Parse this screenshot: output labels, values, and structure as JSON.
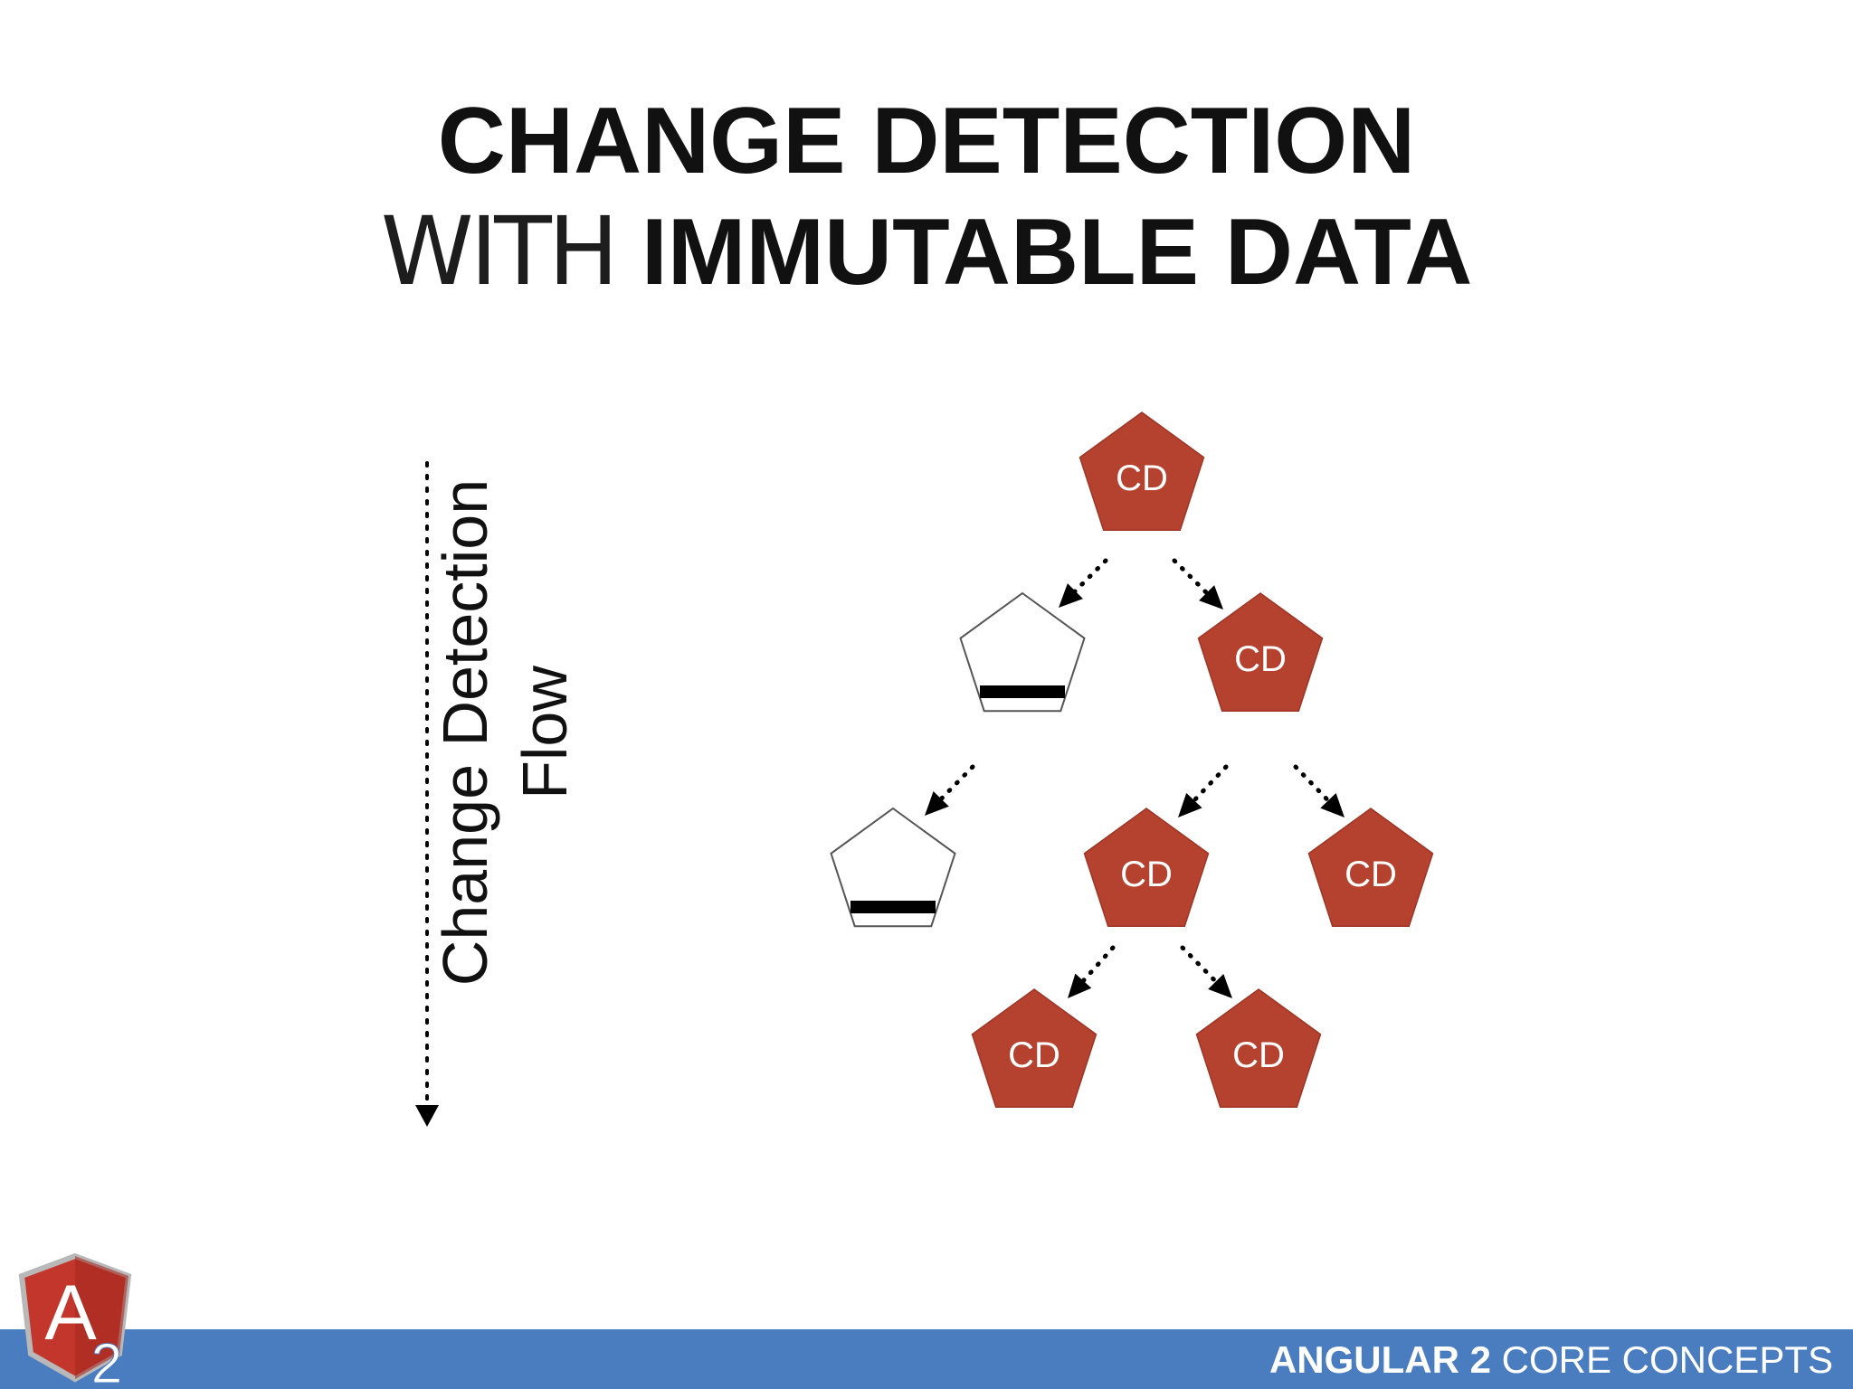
{
  "slide": {
    "title_line1": "CHANGE DETECTION",
    "title_line2_light": "WITH",
    "title_line2_bold": "IMMUTABLE DATA",
    "flow_label_line1": "Change Detection",
    "flow_label_line2": "Flow"
  },
  "nodes": [
    {
      "id": "root",
      "label": "CD",
      "state": "active"
    },
    {
      "id": "left-1",
      "label": "",
      "state": "skipped"
    },
    {
      "id": "right-1",
      "label": "CD",
      "state": "active"
    },
    {
      "id": "left-2",
      "label": "",
      "state": "skipped"
    },
    {
      "id": "mid-2",
      "label": "CD",
      "state": "active"
    },
    {
      "id": "right-2",
      "label": "CD",
      "state": "active"
    },
    {
      "id": "left-3",
      "label": "CD",
      "state": "active"
    },
    {
      "id": "right-3",
      "label": "CD",
      "state": "active"
    }
  ],
  "colors": {
    "active_fill": "#b5412f",
    "active_text": "#ffffff",
    "skipped_fill": "#ffffff",
    "footer_bg": "#4a7cc0",
    "logo_red": "#c3362c"
  },
  "footer": {
    "bold": "ANGULAR 2",
    "light": "CORE CONCEPTS"
  },
  "logo": {
    "letter": "A",
    "number": "2"
  }
}
